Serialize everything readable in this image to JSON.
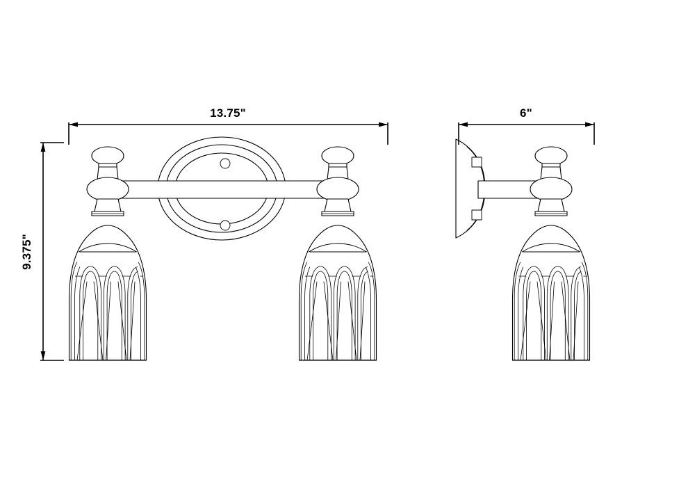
{
  "drawing": {
    "title": "Two-light wall sconce dimension drawing",
    "background_color": "#ffffff",
    "line_color": "#000000",
    "views": [
      {
        "name": "front-elevation",
        "label": ""
      },
      {
        "name": "side-elevation",
        "label": ""
      }
    ]
  },
  "dimensions": {
    "width": {
      "value": "13.75\"",
      "orientation": "horizontal",
      "view": "front-elevation"
    },
    "height": {
      "value": "9.375\"",
      "orientation": "vertical",
      "view": "front-elevation"
    },
    "depth": {
      "value": "6\"",
      "orientation": "horizontal",
      "view": "side-elevation"
    }
  },
  "front_view": {
    "backplate": {
      "name": "oval-backplate",
      "rings": 3,
      "screws": 2
    },
    "crossbar": {
      "name": "horizontal-arm"
    },
    "lights": [
      {
        "name": "left-light",
        "shade": "fluted-bell-shade",
        "flutes": 4
      },
      {
        "name": "right-light",
        "shade": "fluted-bell-shade",
        "flutes": 4
      }
    ]
  },
  "side_view": {
    "backplate": {
      "name": "curved-backplate-profile",
      "tabs": 2
    },
    "arm": {
      "name": "horizontal-stem"
    },
    "light": {
      "name": "side-light",
      "shade": "fluted-bell-shade",
      "flutes": 3
    }
  }
}
